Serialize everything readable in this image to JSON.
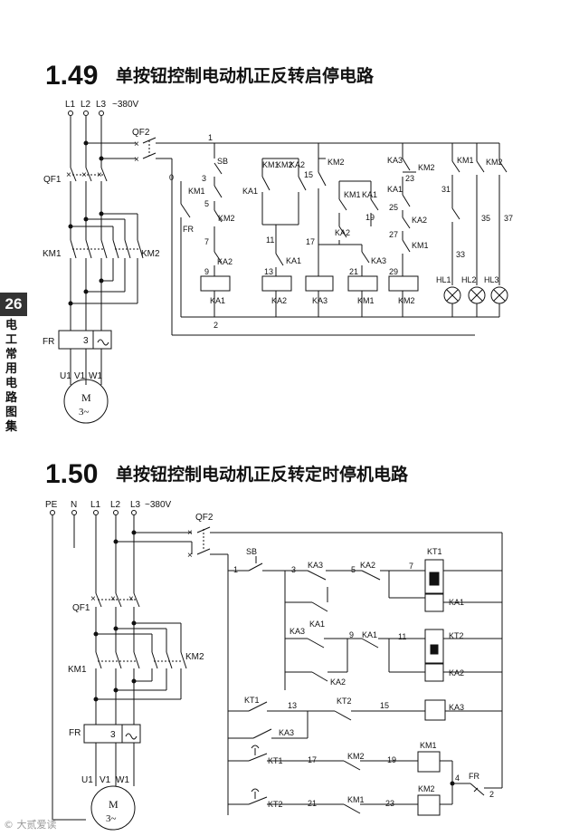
{
  "page_number": "26",
  "book_label": "电工常用电路图集",
  "watermark": "© 大贰爱读",
  "diagram_149": {
    "title_number": "1.49",
    "title_text": "单按钮控制电动机正反转启停电路",
    "labels": {
      "L1": "L1",
      "L2": "L2",
      "L3": "L3",
      "voltage": "~380V",
      "QF2": "QF2",
      "QF1": "QF1",
      "KM1": "KM1",
      "KM2": "KM2",
      "FR": "FR",
      "SB": "SB",
      "KA1": "KA1",
      "KA2": "KA2",
      "KA3": "KA3",
      "HL1": "HL1",
      "HL2": "HL2",
      "HL3": "HL3",
      "U1": "U1",
      "V1": "V1",
      "W1": "W1",
      "motor": "M",
      "motor_phase": "3~",
      "fr_num": "3",
      "n0": "0",
      "n1": "1",
      "n2": "2",
      "n3": "3",
      "n5": "5",
      "n7": "7",
      "n9": "9",
      "n11": "11",
      "n13": "13",
      "n15": "15",
      "n17": "17",
      "n19": "19",
      "n21": "21",
      "n23": "23",
      "n25": "25",
      "n27": "27",
      "n29": "29",
      "n31": "31",
      "n33": "33",
      "n35": "35",
      "n37": "37"
    }
  },
  "diagram_150": {
    "title_number": "1.50",
    "title_text": "单按钮控制电动机正反转定时停机电路",
    "labels": {
      "PE": "PE",
      "N": "N",
      "L1": "L1",
      "L2": "L2",
      "L3": "L3",
      "voltage": "~380V",
      "QF2": "QF2",
      "QF1": "QF1",
      "KM1": "KM1",
      "KM2": "KM2",
      "FR": "FR",
      "SB": "SB",
      "KA1": "KA1",
      "KA2": "KA2",
      "KA3": "KA3",
      "KT1": "KT1",
      "KT2": "KT2",
      "U1": "U1",
      "V1": "V1",
      "W1": "W1",
      "motor": "M",
      "motor_phase": "3~",
      "fr_num": "3",
      "n1": "1",
      "n2": "2",
      "n3": "3",
      "n4": "4",
      "n5": "5",
      "n7": "7",
      "n9": "9",
      "n11": "11",
      "n13": "13",
      "n15": "15",
      "n17": "17",
      "n19": "19",
      "n21": "21",
      "n23": "23"
    }
  }
}
